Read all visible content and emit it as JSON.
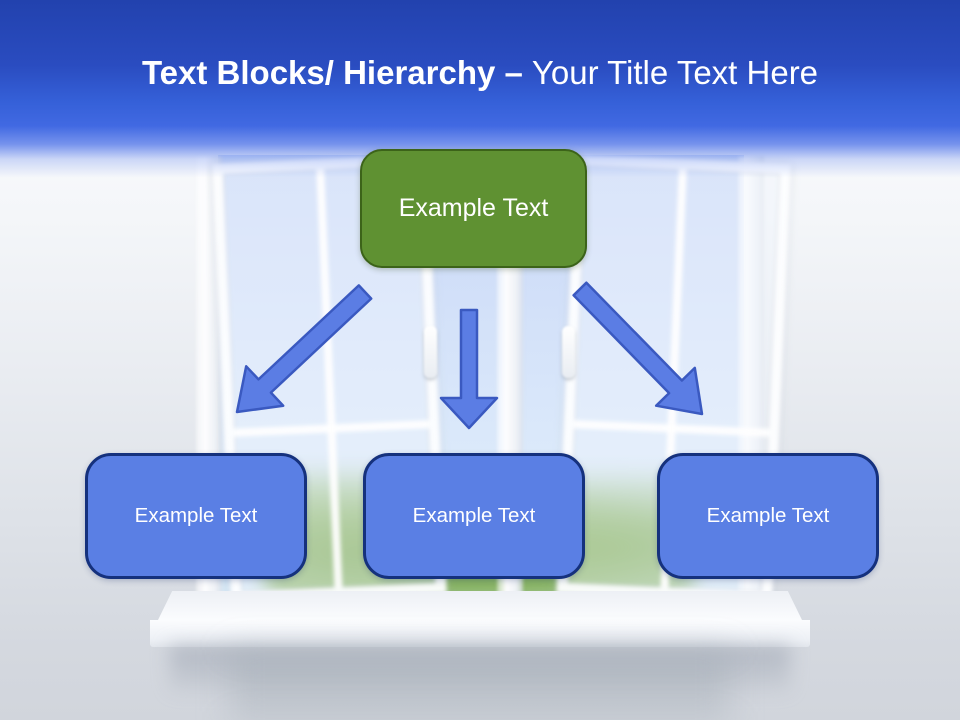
{
  "title": {
    "bold": "Text Blocks/ Hierarchy –",
    "regular": "Your Title Text Here"
  },
  "nodes": {
    "root": {
      "label": "Example Text"
    },
    "children": [
      {
        "label": "Example Text"
      },
      {
        "label": "Example Text"
      },
      {
        "label": "Example Text"
      }
    ]
  },
  "theme": {
    "header_blue_top": "#2242ae",
    "header_blue_bottom": "#4169e2",
    "root_fill": "#5f9132",
    "root_border": "#3c6319",
    "child_fill": "#5a7fe4",
    "child_border": "#15317d",
    "arrow_fill": "#5b7de4",
    "arrow_border": "#3a59c0",
    "text_color": "#ffffff"
  }
}
